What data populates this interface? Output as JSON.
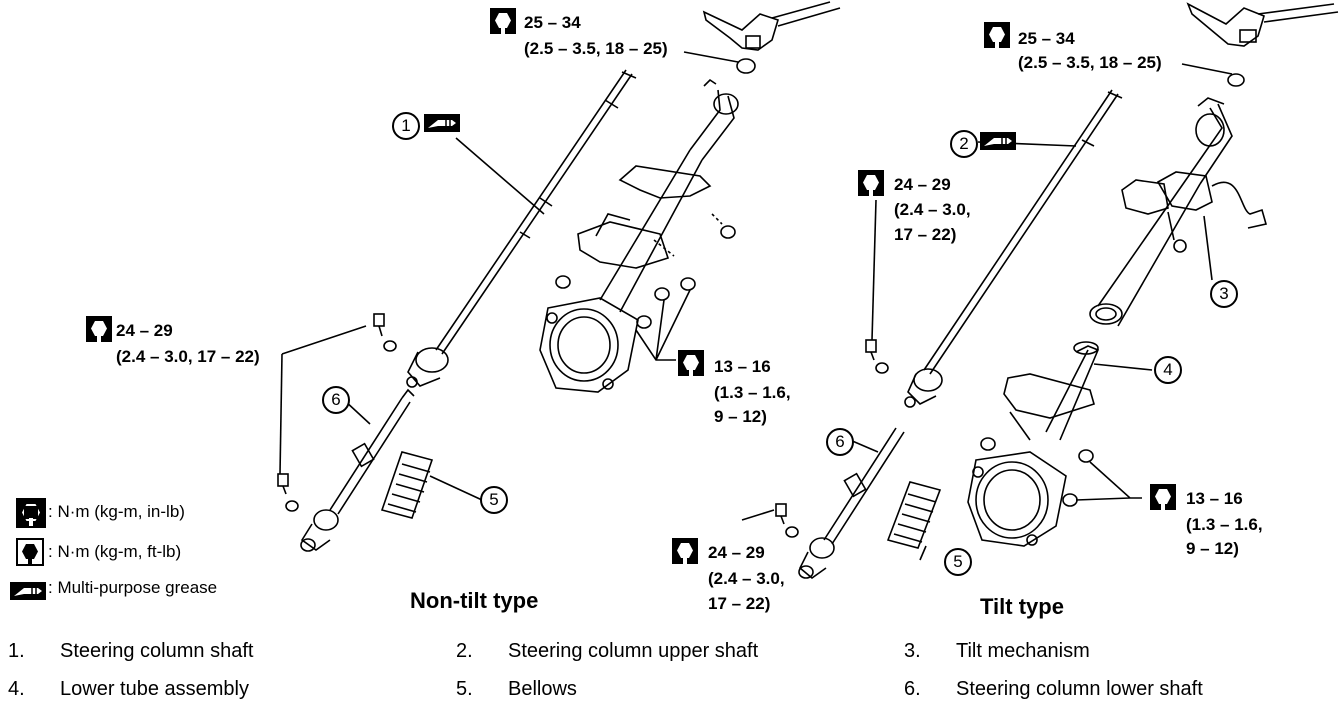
{
  "nontilt": {
    "title": "Non-tilt type",
    "torque_top": {
      "value": "25 – 34",
      "sub": "(2.5 – 3.5, 18 – 25)"
    },
    "torque_left": {
      "value": "24 – 29",
      "sub": "(2.4 – 3.0, 17 – 22)"
    },
    "torque_mid": {
      "value": "13 – 16",
      "sub1": "(1.3 – 1.6,",
      "sub2": "9 – 12)"
    },
    "callouts": {
      "c1": "1",
      "c5": "5",
      "c6": "6"
    }
  },
  "tilt": {
    "title": "Tilt type",
    "torque_top": {
      "value": "25 – 34",
      "sub": "(2.5 – 3.5, 18 – 25)"
    },
    "torque_upper": {
      "value": "24 – 29",
      "sub1": "(2.4 – 3.0,",
      "sub2": "17 – 22)"
    },
    "torque_lower": {
      "value": "24 – 29",
      "sub1": "(2.4 – 3.0,",
      "sub2": "17 – 22)"
    },
    "torque_right": {
      "value": "13 – 16",
      "sub1": "(1.3 – 1.6,",
      "sub2": "9 – 12)"
    },
    "callouts": {
      "c2": "2",
      "c3": "3",
      "c4": "4",
      "c5": "5",
      "c6": "6"
    }
  },
  "legend": [
    {
      "icon": "torque-inlb-icon",
      "text": ": N·m (kg-m, in-lb)"
    },
    {
      "icon": "torque-ftlb-icon",
      "text": ": N·m (kg-m, ft-lb)"
    },
    {
      "icon": "grease-icon",
      "text": ": Multi-purpose grease"
    }
  ],
  "parts": [
    {
      "num": "1.",
      "name": "Steering column shaft"
    },
    {
      "num": "2.",
      "name": "Steering column upper shaft"
    },
    {
      "num": "3.",
      "name": "Tilt mechanism"
    },
    {
      "num": "4.",
      "name": "Lower tube assembly"
    },
    {
      "num": "5.",
      "name": "Bellows"
    },
    {
      "num": "6.",
      "name": "Steering column lower shaft"
    }
  ]
}
